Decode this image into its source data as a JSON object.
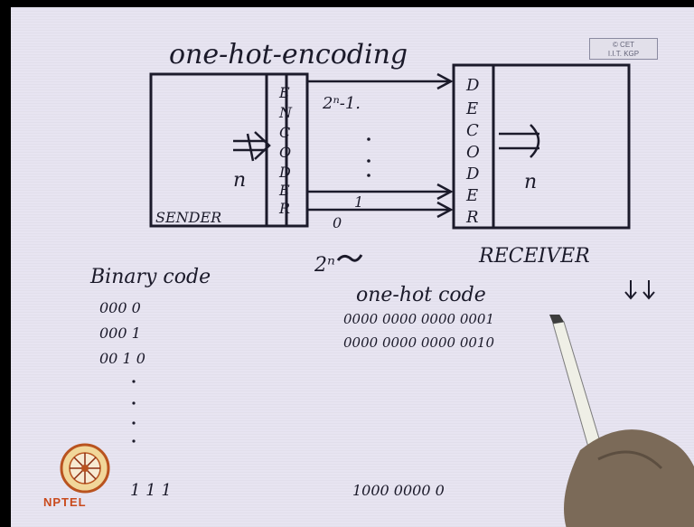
{
  "title": "one-hot-encoding",
  "stamp": {
    "line1": "© CET",
    "line2": "I.I.T. KGP"
  },
  "diagram": {
    "sender_label": "SENDER",
    "encoder_label": "ENCODER",
    "decoder_label": "DECODER",
    "receiver_label": "RECEIVER",
    "input_n": "n",
    "output_n": "n",
    "top_line_label": "2ⁿ-1.",
    "bottom_line_label": "1",
    "zero_label": "0",
    "lines_count_label": "2ⁿ"
  },
  "binary_code": {
    "heading": "Binary code",
    "rows": [
      "000 0",
      "000 1",
      "00 1 0"
    ],
    "last": "1 1 1"
  },
  "one_hot_code": {
    "heading": "one-hot code",
    "rows": [
      "0000  0000  0000 0001",
      "0000  0000  0000 0010"
    ],
    "last": "1000  0000  0"
  },
  "logo": {
    "text": "NPTEL"
  }
}
